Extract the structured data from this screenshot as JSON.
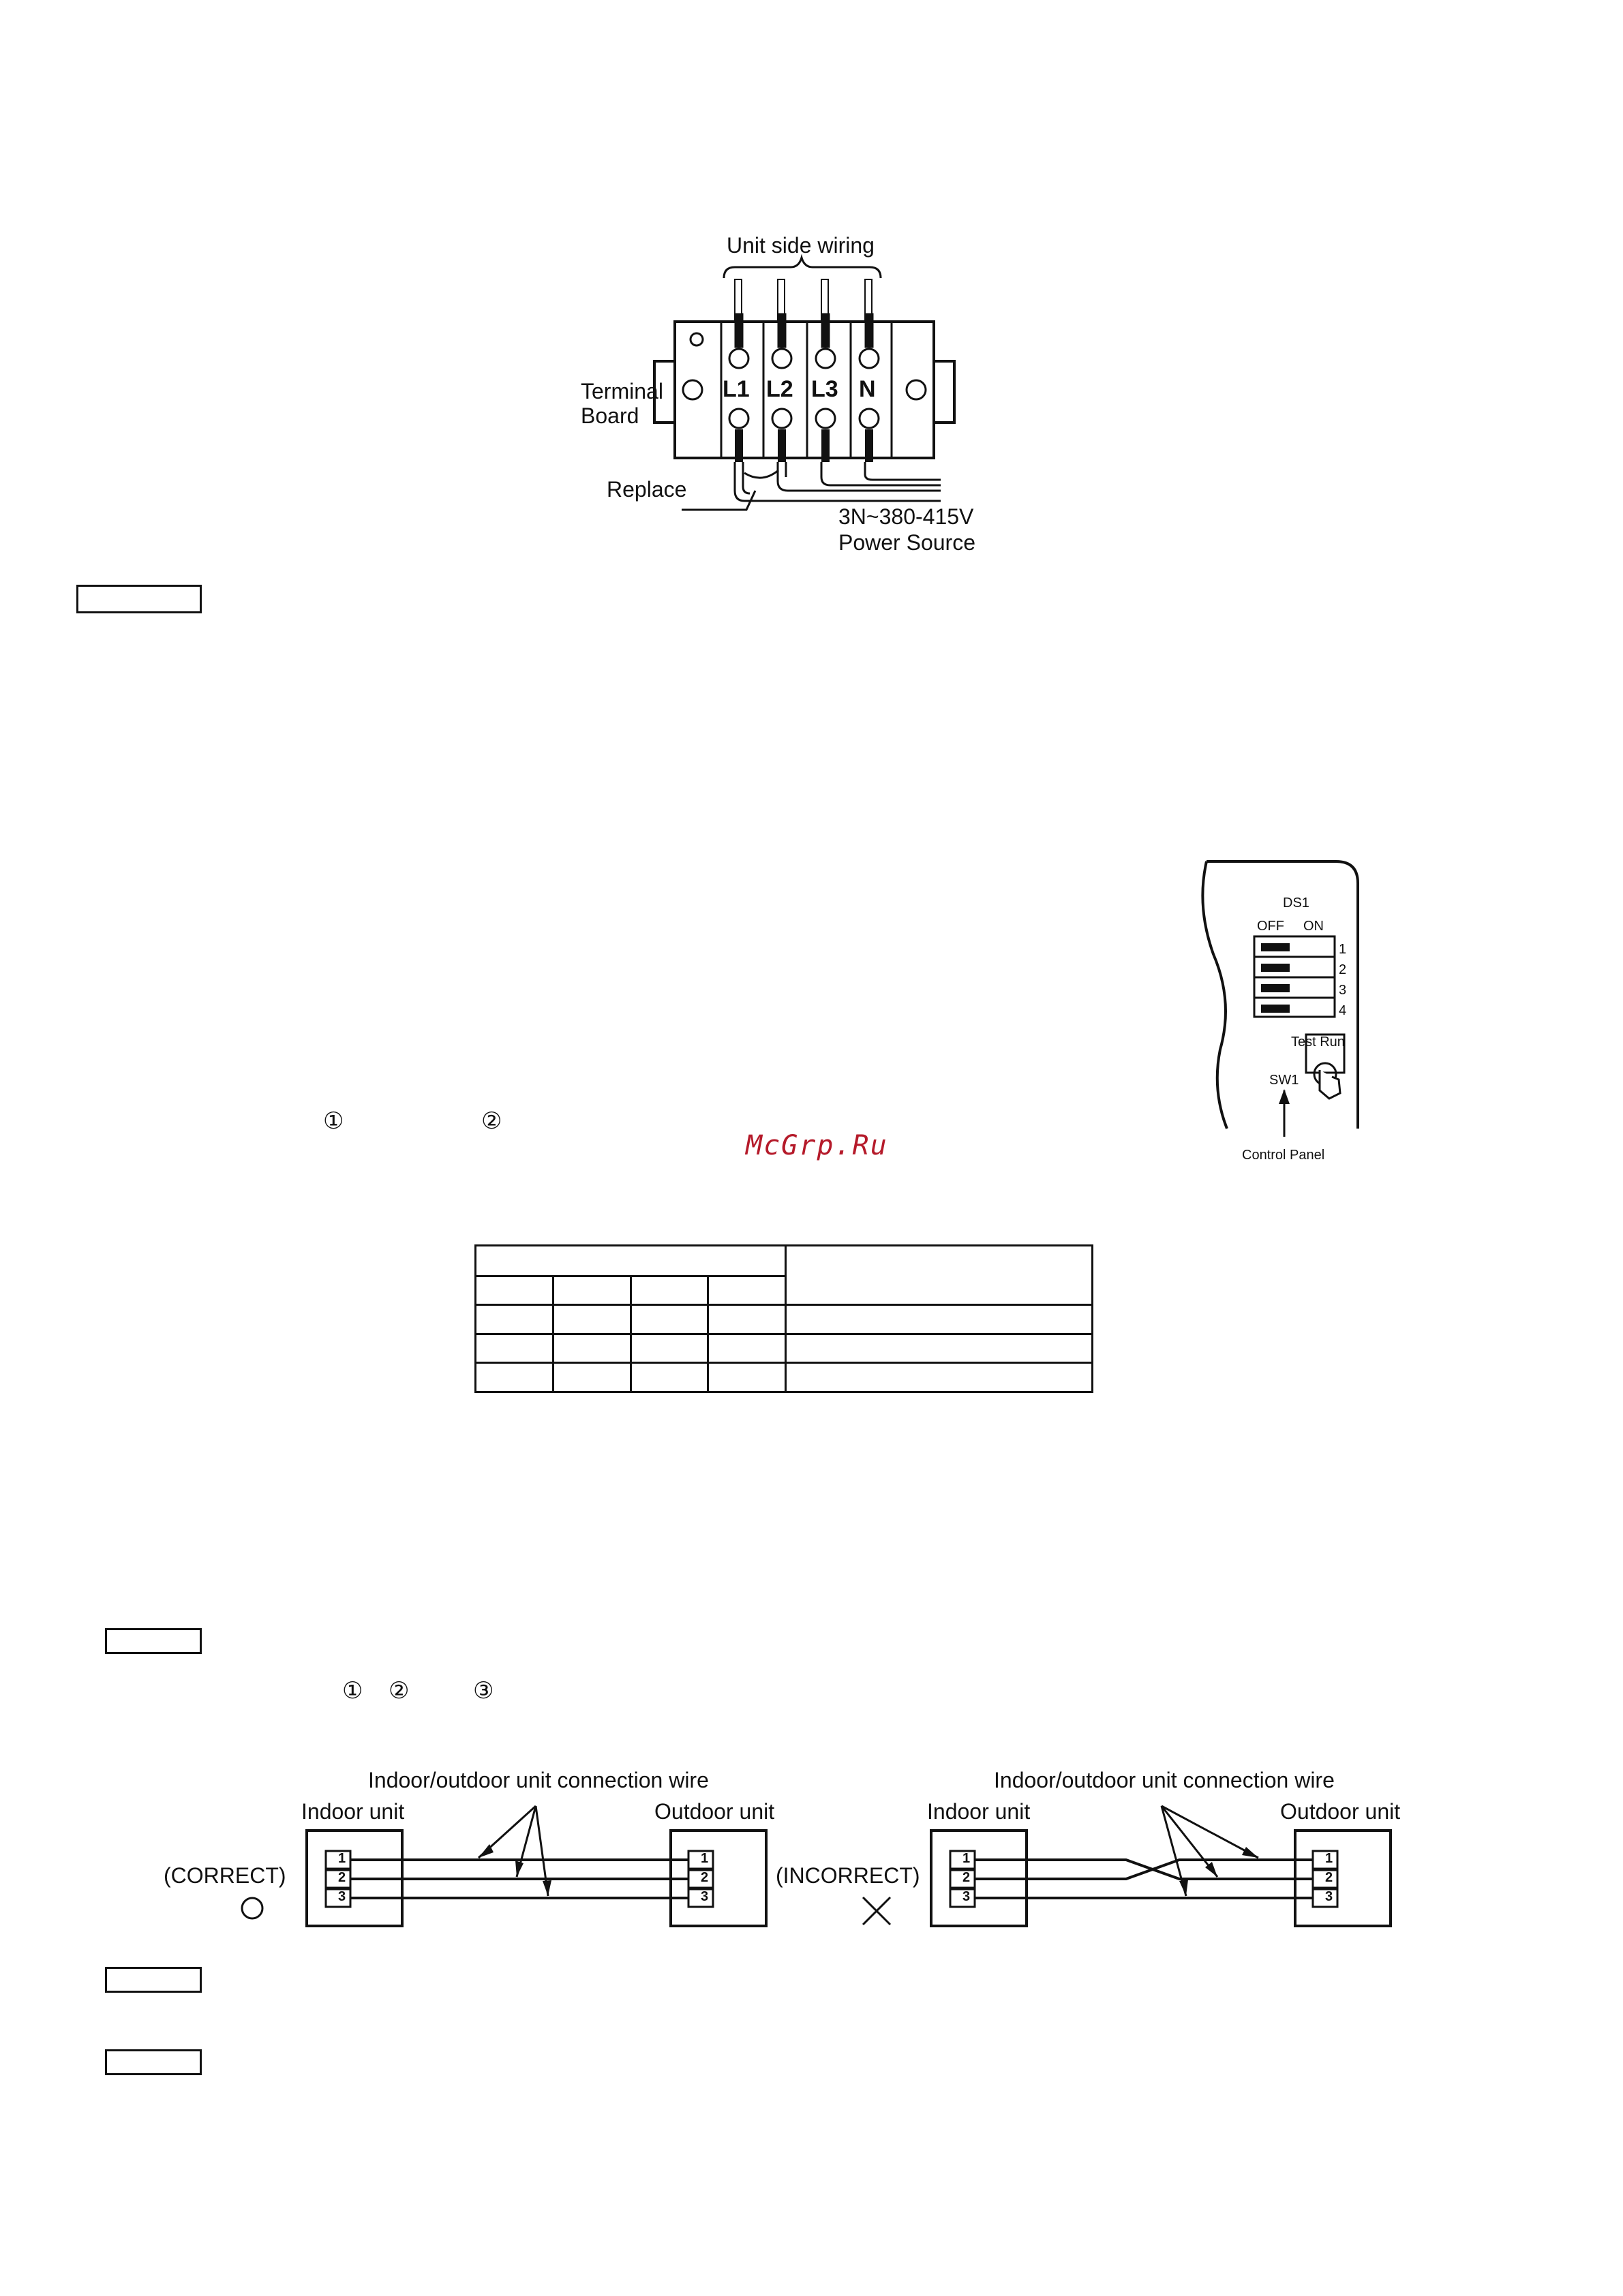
{
  "terminal_diagram": {
    "unit_side_wiring": "Unit side wiring",
    "terminal_board_line1": "Terminal",
    "terminal_board_line2": "Board",
    "terminals": [
      "L1",
      "L2",
      "L3",
      "N"
    ],
    "replace": "Replace",
    "power_line1": "3N~380-415V",
    "power_line2": "Power Source"
  },
  "control_panel": {
    "ds1": "DS1",
    "off": "OFF",
    "on": "ON",
    "switch_numbers": [
      "1",
      "2",
      "3",
      "4"
    ],
    "test_run": "Test Run",
    "sw1": "SW1",
    "caption": "Control Panel"
  },
  "circled_markers_1": [
    "①",
    "②"
  ],
  "circled_markers_2": [
    "①",
    "②",
    "③"
  ],
  "watermark": "McGrp.Ru",
  "connection_diagrams": {
    "wire_label": "Indoor/outdoor unit connection wire",
    "indoor_unit": "Indoor unit",
    "outdoor_unit": "Outdoor unit",
    "correct": "(CORRECT)",
    "incorrect": "(INCORRECT)",
    "terminal_numbers": [
      "1",
      "2",
      "3"
    ]
  }
}
